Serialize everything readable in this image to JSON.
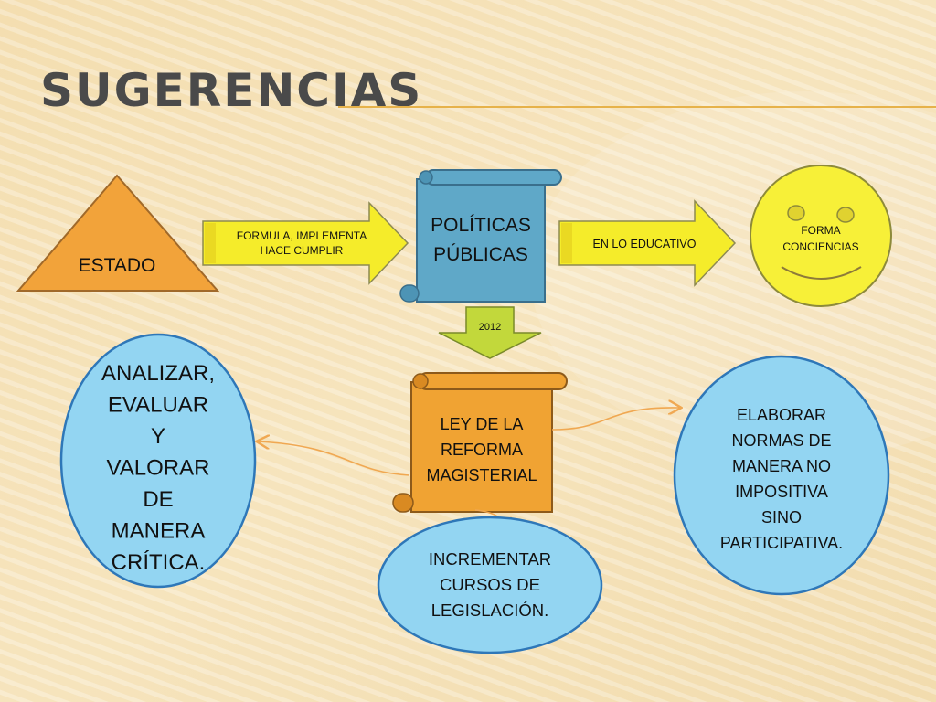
{
  "slide": {
    "title": "SUGERENCIAS"
  },
  "colors": {
    "triangle": "#f2a33a",
    "arrow": "#f5ec2a",
    "scroll_blue": "#5fa8c8",
    "scroll_orange": "#f0a333",
    "down_arrow": "#c2d83b",
    "smiley": "#f7f038",
    "ellipse": "#93d5f2",
    "connector": "#f0a852"
  },
  "diagram": {
    "estado": "ESTADO",
    "arrow1": {
      "line1": "FORMULA, IMPLEMENTA",
      "line2": "HACE CUMPLIR"
    },
    "politicas": {
      "line1": "POLÍTICAS",
      "line2": "PÚBLICAS"
    },
    "arrow2": "EN LO EDUCATIVO",
    "smiley": {
      "line1": "FORMA",
      "line2": "CONCIENCIAS"
    },
    "down_arrow": "2012",
    "ley": {
      "line1": "LEY DE LA",
      "line2": "REFORMA",
      "line3": "MAGISTERIAL"
    },
    "left_ellipse": [
      "ANALIZAR,",
      "EVALUAR",
      "Y",
      "VALORAR",
      "DE",
      "MANERA",
      "CRÍTICA."
    ],
    "bottom_ellipse": [
      "INCREMENTAR",
      "CURSOS DE",
      "LEGISLACIÓN."
    ],
    "right_ellipse": [
      "ELABORAR",
      "NORMAS DE",
      "MANERA NO",
      "IMPOSITIVA",
      "SINO",
      "PARTICIPATIVA."
    ]
  }
}
